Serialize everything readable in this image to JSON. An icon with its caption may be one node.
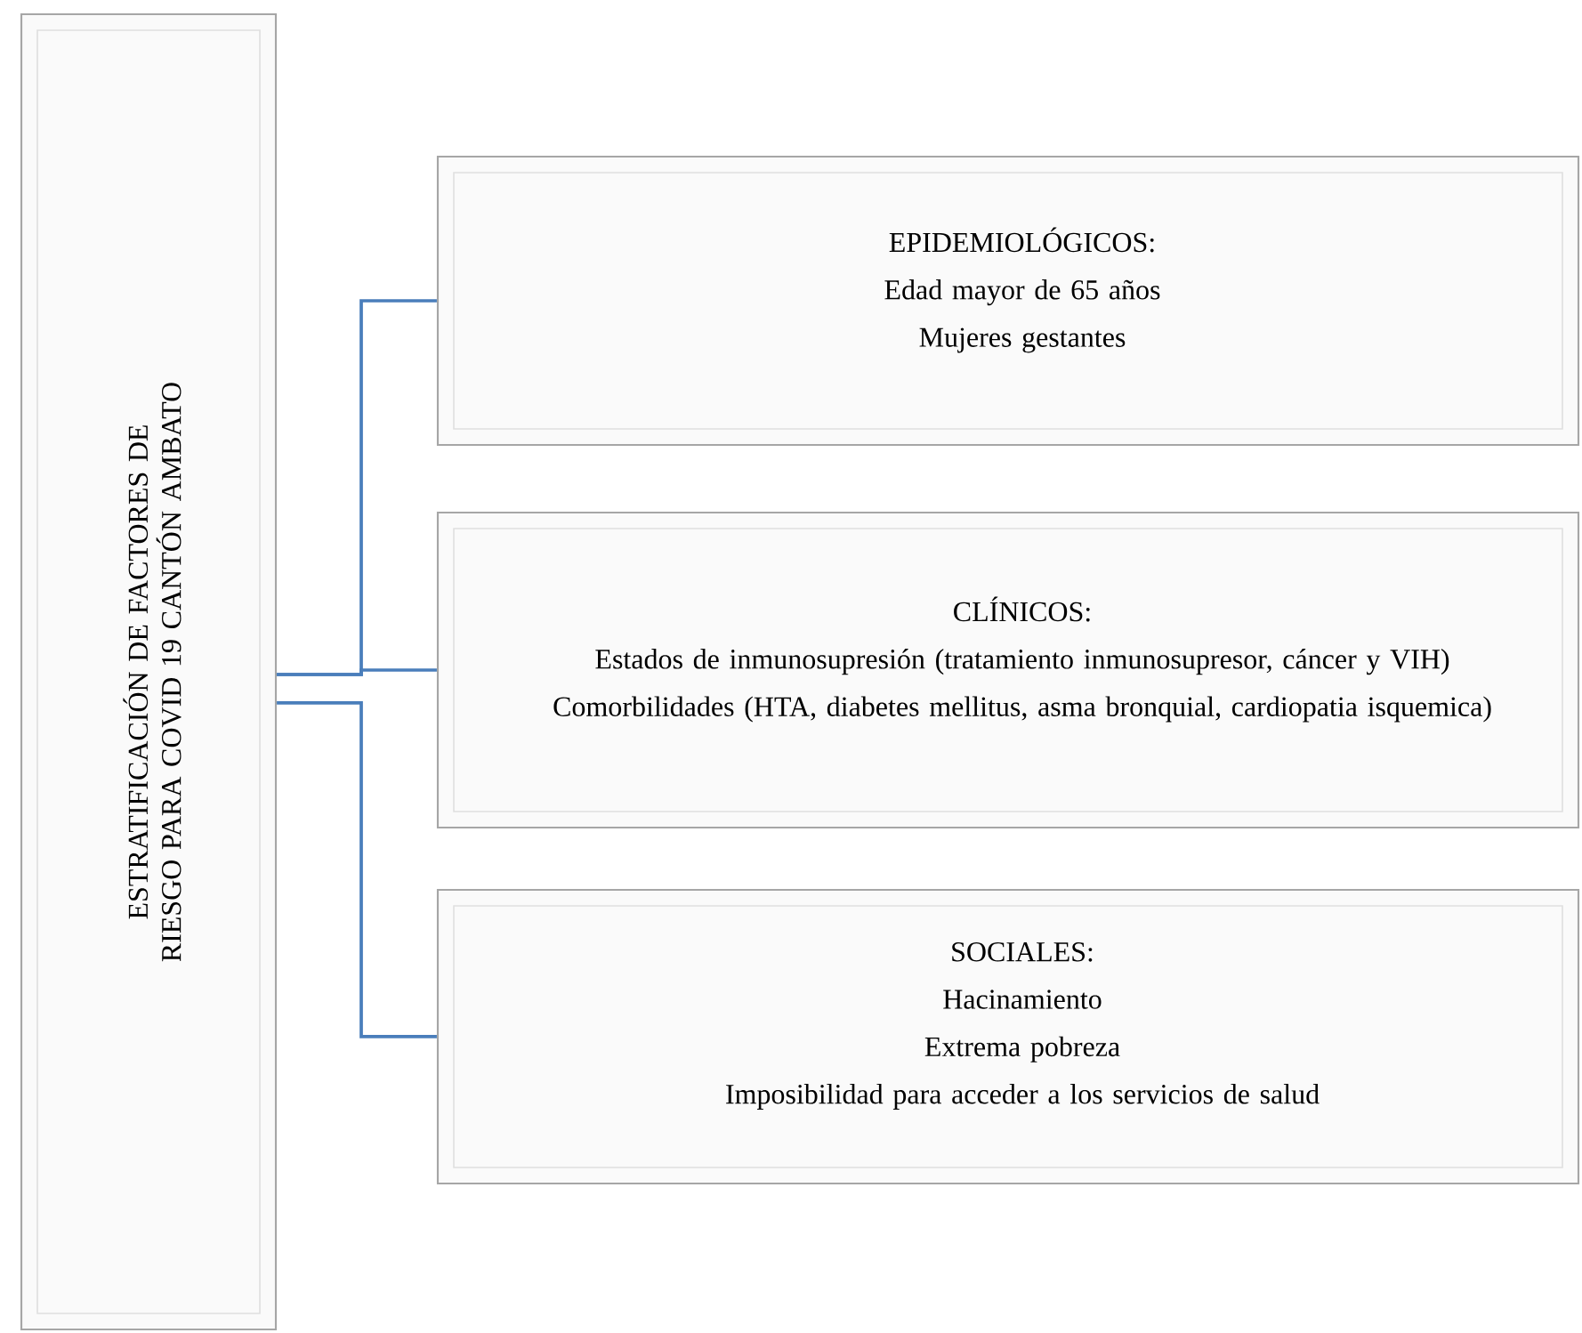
{
  "diagram": {
    "nodes": [
      {
        "text": [
          "ESTRATIFICACIÓN DE FACTORES DE RIESGO PARA COVID 19 CANTÓN AMBATO"
        ]
      },
      {
        "text": [
          "EPIDEMIOLÓGICOS:",
          "Edad mayor de 65 años",
          "Mujeres gestantes"
        ]
      },
      {
        "text": [
          "CLÍNICOS:",
          "Estados de inmunosupresión (tratamiento inmunosupresor, cáncer y VIH)",
          "Comorbilidades (HTA, diabetes mellitus, asma bronquial, cardiopatia isquemica)"
        ]
      },
      {
        "text": [
          "SOCIALES:",
          "Hacinamiento",
          "Extrema pobreza",
          "Imposibilidad para acceder a los servicios de salud"
        ]
      }
    ],
    "edges": [
      {
        "from": 0,
        "to": 1,
        "arrow": "none"
      },
      {
        "from": 0,
        "to": 2,
        "arrow": "none"
      },
      {
        "from": 0,
        "to": 3,
        "arrow": "none"
      }
    ]
  }
}
